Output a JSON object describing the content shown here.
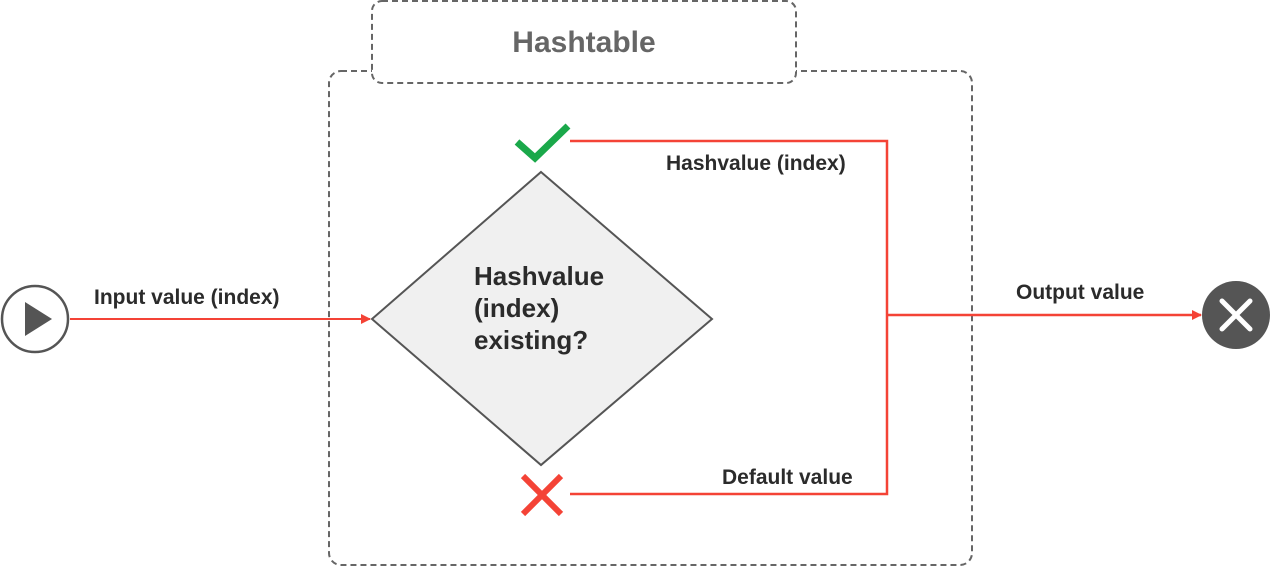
{
  "diagram": {
    "container": {
      "title": "Hashtable"
    },
    "decision": {
      "lines": [
        "Hashvalue",
        "(index)",
        "existing?"
      ]
    },
    "edges": {
      "input": "Input value (index)",
      "yes_branch": "Hashvalue (index)",
      "no_branch": "Default value",
      "output": "Output value"
    },
    "icons": {
      "start": "play-icon",
      "end": "close-icon",
      "yes": "check-icon",
      "no": "cross-icon"
    },
    "colors": {
      "flow": "#f44336",
      "check": "#1aa84a",
      "cross": "#f44336",
      "end_circle": "#555555",
      "decision_fill": "#f0f0f0",
      "dashed_border": "#666666"
    }
  }
}
